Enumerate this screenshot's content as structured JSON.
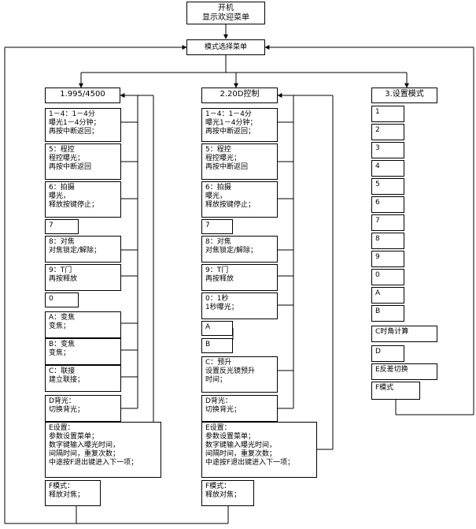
{
  "header": {
    "start": "开机\n显示欢迎菜单",
    "mode_menu": "模式选择菜单"
  },
  "col1": {
    "title": "1.995/4500",
    "items": [
      "1－4：1－4分\n曝光1－4分钟；\n再按中断返回；",
      "5：程控\n程控曝光；\n再按中断返回",
      "6：拍摄\n曝光，\n释放按键停止；",
      "7",
      "8：对焦\n对焦锁定/解除；",
      "9：T门\n再按释放",
      "0",
      "A：变焦\n变焦；",
      "B：变焦\n变焦；",
      "C：联接\n建立联接；",
      "D背光：\n切换背光；",
      "E设置：\n参数设置菜单；\n数字键输入曝光时间，\n间隔时间，重复次数；\n中途按F退出键进入下一项；",
      "F模式：\n释放对焦；"
    ]
  },
  "col2": {
    "title": "2.20D控制",
    "items": [
      "1－4：1－4分\n曝光1－4分钟；\n再按中断返回；",
      "5：程控\n程控曝光；\n再按中断返回",
      "6：拍摄\n曝光，\n释放按键停止；",
      "7",
      "8：对焦\n对焦锁定/解除；",
      "9：T门\n再按释放",
      "0：1秒\n1秒曝光；",
      "A",
      "B",
      "C：预升\n设置反光镜预升\n时间；",
      "D背光：\n切换背光；",
      "E设置：\n参数设置菜单；\n数字键输入曝光时间，\n间隔时间，重复次数；\n中途按F退出键进入下一项；",
      "F模式：\n释放对焦；"
    ]
  },
  "col3": {
    "title": "3.设置模式",
    "items": [
      "1",
      "2",
      "3",
      "4",
      "5",
      "6",
      "7",
      "8",
      "9",
      "0",
      "A",
      "B",
      "C时角计算",
      "D",
      "E反差切换",
      "F模式"
    ]
  }
}
